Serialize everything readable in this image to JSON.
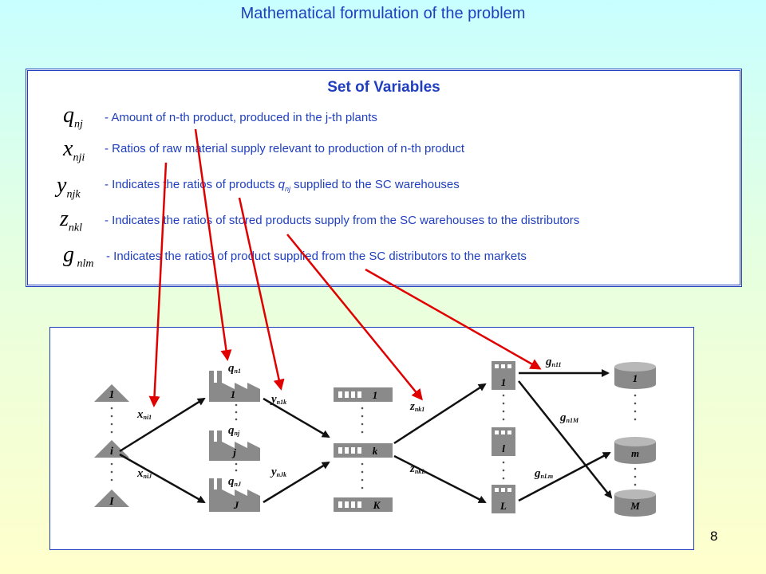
{
  "title": "Mathematical formulation of the problem",
  "page_number": "8",
  "variables": {
    "heading": "Set of Variables",
    "items": [
      {
        "sym": "q",
        "sub": "nj",
        "desc": "- Amount of n-th product, produced in the j-th plants"
      },
      {
        "sym": "x",
        "sub": "nji",
        "desc": "- Ratios of raw material supply relevant to production of  n-th product"
      },
      {
        "sym": "y",
        "sub": "njk",
        "desc_pre": "- Indicates the ratios of products ",
        "inline_sym": "q",
        "inline_sub": "nj",
        "desc_post": " supplied to the SC warehouses"
      },
      {
        "sym": "z",
        "sub": "nkl",
        "desc": "- Indicates the ratios of stored products supply from the SC   warehouses to the distributors"
      },
      {
        "sym": "g",
        "sub": " nlm",
        "desc": " - Indicates the ratios of product supplied from the SC distributors to the markets"
      }
    ]
  },
  "network": {
    "suppliers": [
      "1",
      "i",
      "I"
    ],
    "plants": [
      {
        "var": "q",
        "sub": "n1",
        "label": "1"
      },
      {
        "var": "q",
        "sub": "nj",
        "label": "j"
      },
      {
        "var": "q",
        "sub": "nJ",
        "label": "J"
      }
    ],
    "warehouses": [
      "1",
      "k",
      "K"
    ],
    "distributors": [
      "1",
      "l",
      "L"
    ],
    "markets": [
      "1",
      "m",
      "M"
    ],
    "flows": {
      "x_top": {
        "var": "x",
        "sub": "ni1"
      },
      "x_bot": {
        "var": "x",
        "sub": "niJ"
      },
      "y_top": {
        "var": "y",
        "sub": "n1k"
      },
      "y_bot": {
        "var": "y",
        "sub": "nJk"
      },
      "z_top": {
        "var": "z",
        "sub": "nk1"
      },
      "z_bot": {
        "var": "z",
        "sub": "nkL"
      },
      "g_top": {
        "var": "g",
        "sub": "n11"
      },
      "g_mid": {
        "var": "g",
        "sub": "n1M"
      },
      "g_bot": {
        "var": "g",
        "sub": "nLm"
      }
    }
  },
  "colors": {
    "title": "#1f3fbf",
    "pointer": "#e00000",
    "node": "#8a8a8a",
    "flow_arrow": "#111111"
  }
}
